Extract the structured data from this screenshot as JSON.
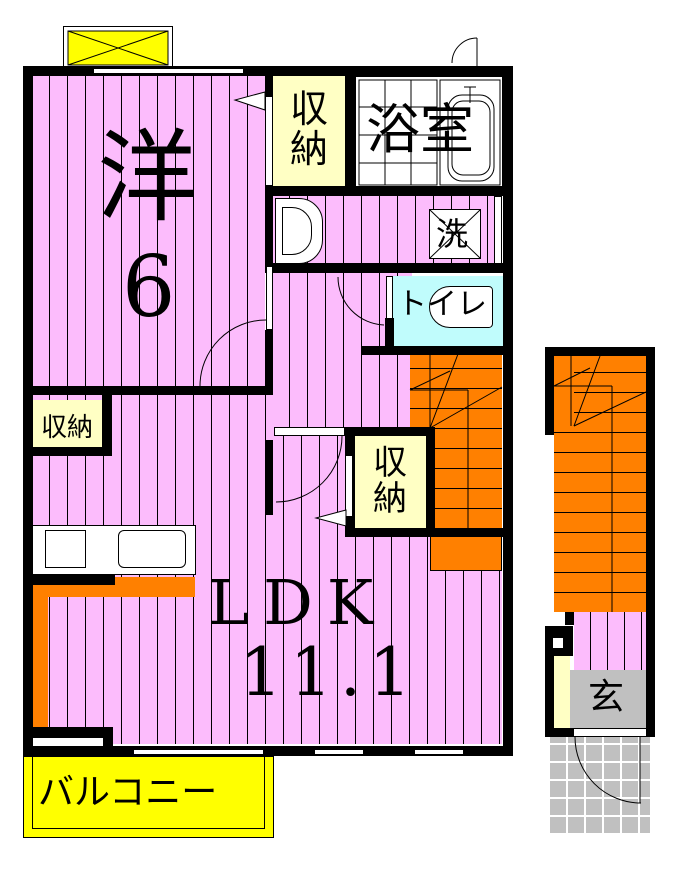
{
  "floorplan": {
    "rooms": {
      "western_room": {
        "label": "洋",
        "size": "6"
      },
      "ldk": {
        "label": "LDK",
        "size": "11.1"
      },
      "bathroom": {
        "label": "浴室"
      },
      "washroom": {
        "label": "洗"
      },
      "toilet": {
        "label": "トイレ"
      },
      "storage_top": {
        "label_line1": "収",
        "label_line2": "納"
      },
      "storage_left": {
        "label": "収納"
      },
      "storage_mid": {
        "label_line1": "収",
        "label_line2": "納"
      },
      "entrance": {
        "label": "玄"
      },
      "balcony": {
        "label": "バルコニー"
      }
    },
    "colors": {
      "floor": "#fcbcfc",
      "stairs": "#ff8000",
      "storage": "#ffffc4",
      "toilet": "#c0fcfc",
      "balcony": "#ffff00",
      "entrance": "#c0c0c0",
      "wall": "#000000"
    }
  }
}
